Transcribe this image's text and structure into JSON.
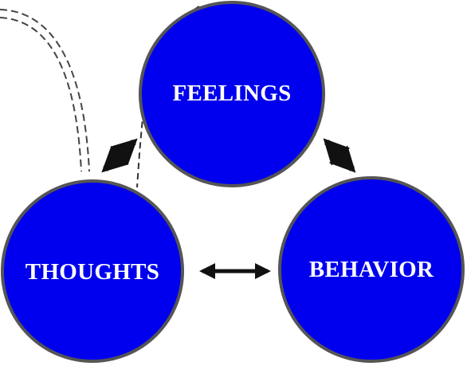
{
  "diagram": {
    "nodes": {
      "feelings": {
        "label": "FEELINGS"
      },
      "thoughts": {
        "label": "THOUGHTS"
      },
      "behavior": {
        "label": "BEHAVIOR"
      }
    },
    "connectors": [
      {
        "from": "thoughts",
        "to": "feelings",
        "style": "double-arrow"
      },
      {
        "from": "feelings",
        "to": "behavior",
        "style": "double-arrow"
      },
      {
        "from": "thoughts",
        "to": "behavior",
        "style": "double-arrow"
      }
    ],
    "colors": {
      "node_fill": "#0000ee",
      "node_stroke": "#555555",
      "label": "#ffffff",
      "arrow": "#111111",
      "dashed_line": "#444444",
      "background": "#ffffff"
    }
  }
}
